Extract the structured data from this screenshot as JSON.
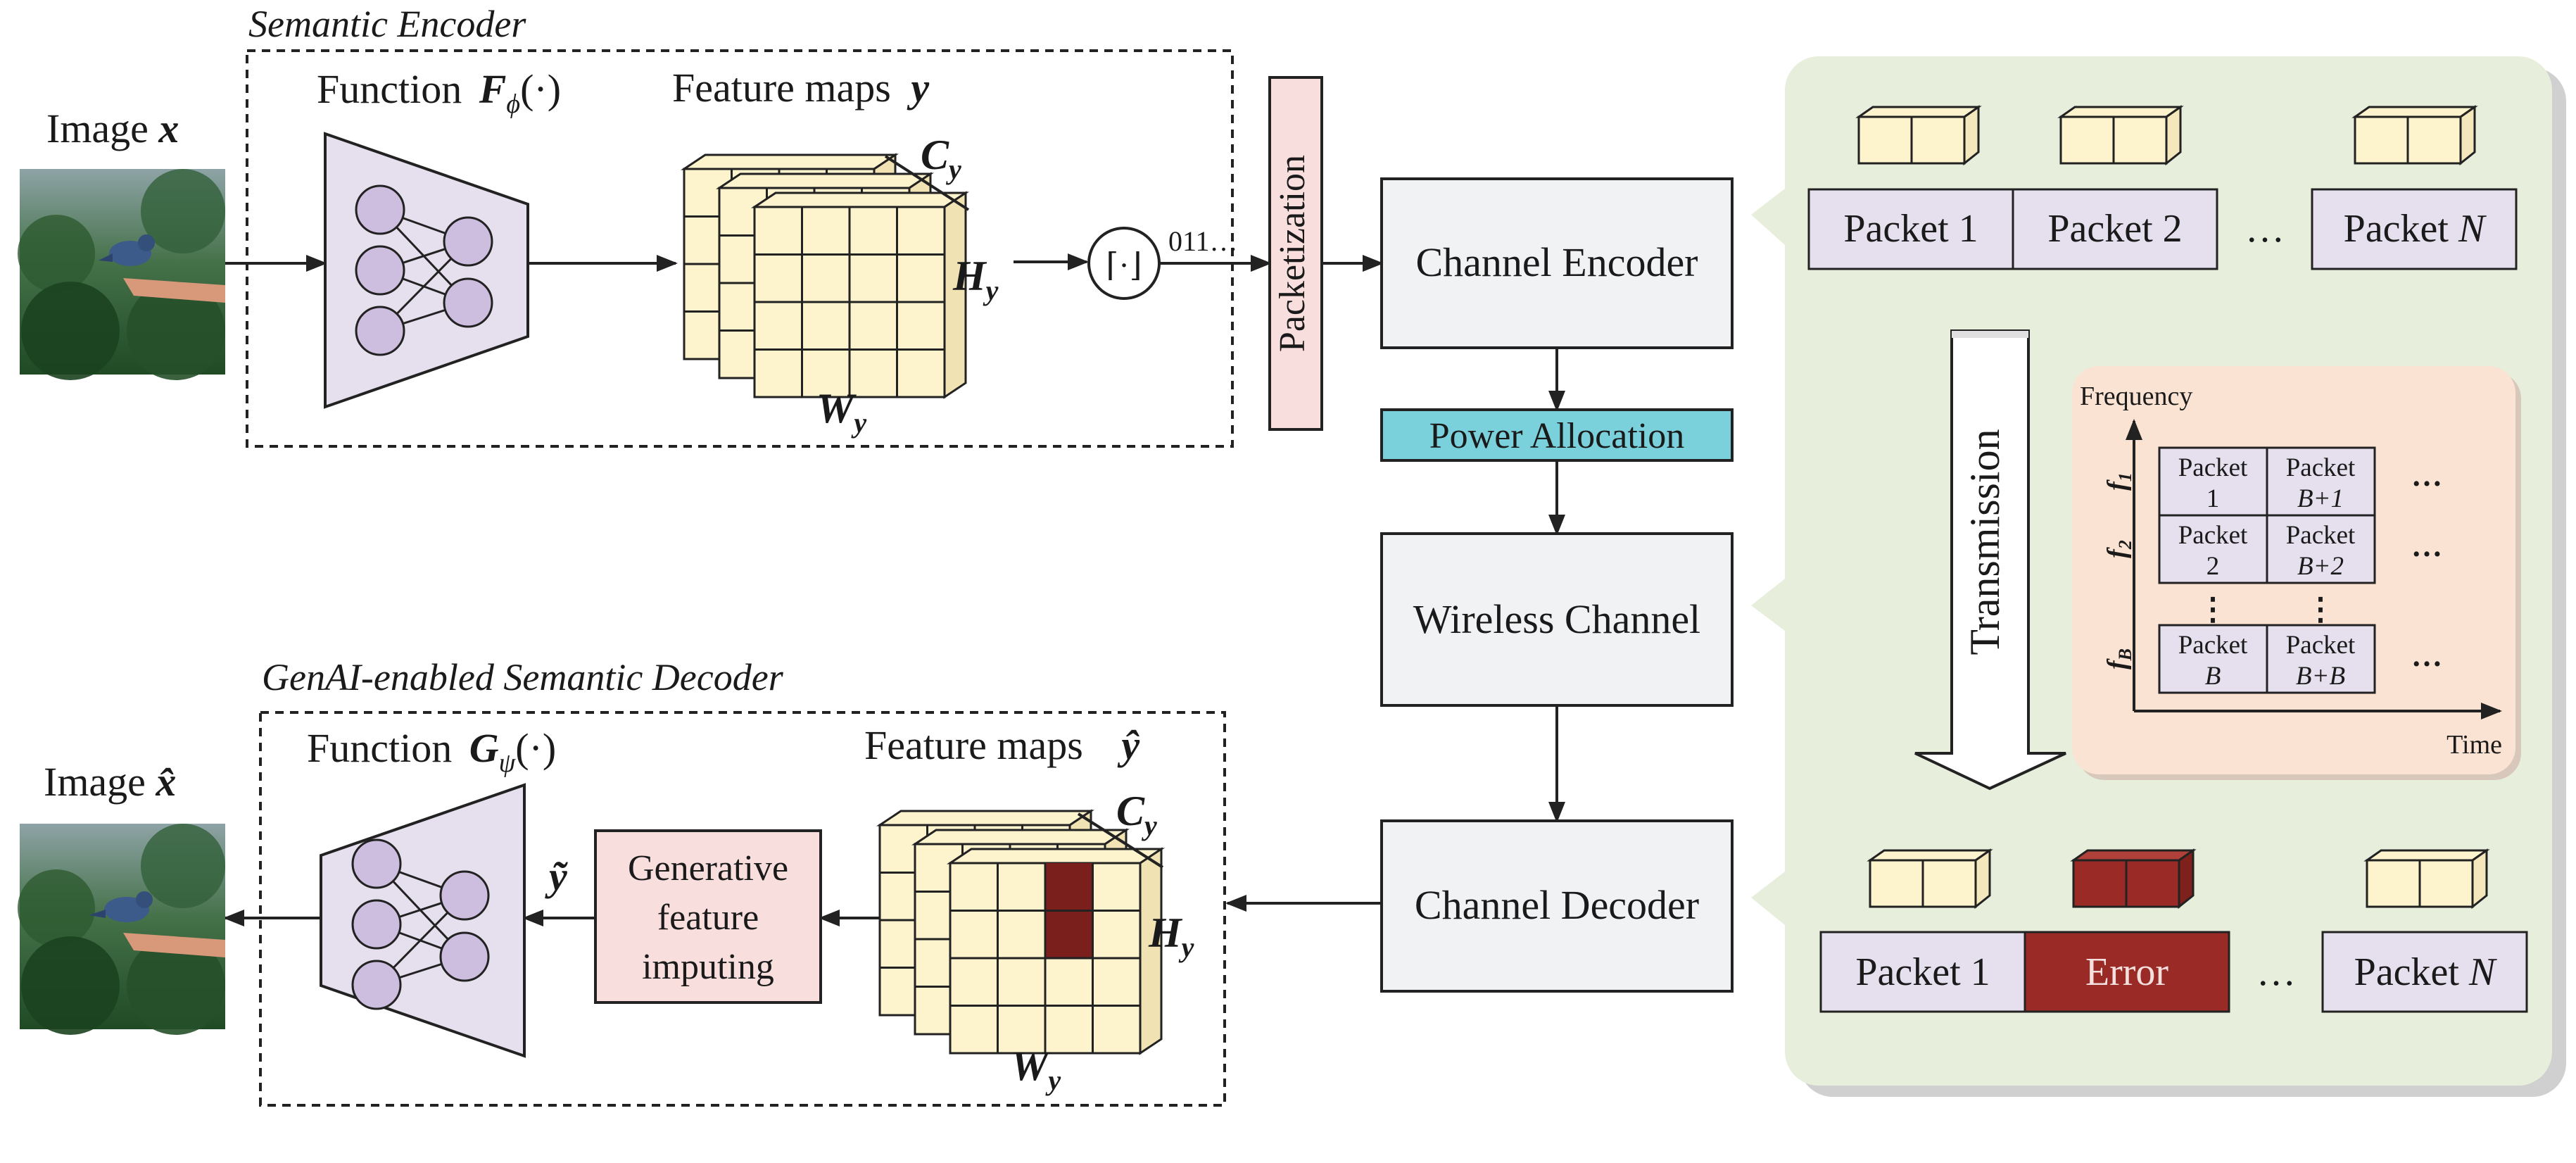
{
  "encoder": {
    "title": "Semantic Encoder",
    "image_label": "Image",
    "image_var": "x",
    "function_label": "Function",
    "function_symbol": "F",
    "function_sub": "ϕ",
    "function_arg": "(·)",
    "feature_label": "Feature maps",
    "feature_var": "y",
    "dim_c": "C",
    "dim_h": "H",
    "dim_w": "W",
    "dim_sub": "y",
    "quantizer": "⌈·⌋",
    "bits": "011…"
  },
  "packetization": "Packetization",
  "channel": {
    "encoder": "Channel Encoder",
    "power": "Power Allocation",
    "wireless": "Wireless Channel",
    "decoder": "Channel Decoder"
  },
  "decoder": {
    "title": "GenAI-enabled Semantic Decoder",
    "image_label": "Image",
    "image_var": "x̂",
    "function_label": "Function",
    "function_symbol": "G",
    "function_sub": "ψ",
    "function_arg": "(·)",
    "feature_label": "Feature maps",
    "feature_var": "ŷ",
    "imputed_var": "ỹ",
    "imputing_lines": [
      "Generative",
      "feature",
      "imputing"
    ]
  },
  "panel": {
    "packets_top": [
      "Packet 1",
      "Packet 2",
      "…",
      "Packet N"
    ],
    "packets_bottom": [
      "Packet 1",
      "Error",
      "…",
      "Packet N"
    ],
    "packet_word": "Packet",
    "packet_n_var": "N",
    "transmission": "Transmission",
    "freq_label": "Frequency",
    "time_label": "Time",
    "freq_f": "f",
    "freq_subs": [
      "1",
      "2",
      "B"
    ],
    "grid": [
      [
        "1",
        "B+1"
      ],
      [
        "2",
        "B+2"
      ],
      [
        "B",
        "B+B"
      ]
    ],
    "ellipsis": "…",
    "vdots": "⋮"
  },
  "colors": {
    "panel_green": "#e7efdc",
    "inset_peach": "#fbe3d3",
    "packet_purple": "#e6e0ee",
    "cube_yellow": "#fdf3cd",
    "error_red": "#9a2a25",
    "power_cyan": "#7ad1dc",
    "pink": "#f9dede",
    "box_gray": "#f1f2f4"
  }
}
